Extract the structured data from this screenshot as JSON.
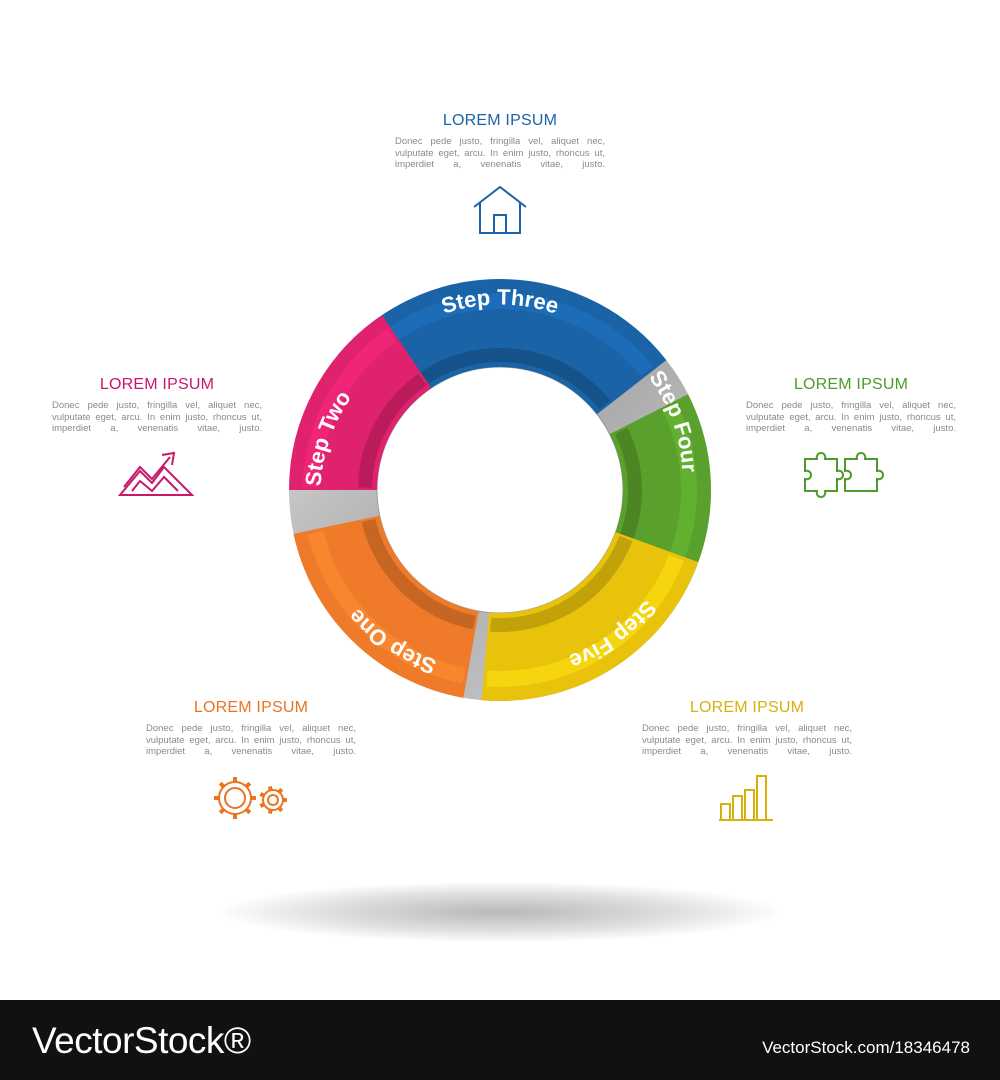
{
  "steps": {
    "one": {
      "label": "Step One",
      "color": "#ee7a2a"
    },
    "two": {
      "label": "Step Two",
      "color": "#e0226e"
    },
    "three": {
      "label": "Step Three",
      "color": "#1a63a6"
    },
    "four": {
      "label": "Step Four",
      "color": "#5aa02c"
    },
    "five": {
      "label": "Step Five",
      "color": "#e9c20c"
    }
  },
  "blocks": {
    "top": {
      "heading": "LOREM IPSUM",
      "body": "Donec pede justo, fringilla vel, aliquet nec, vulputate eget, arcu. In enim justo, rhoncus ut, imperdiet a, venenatis vitae, justo.",
      "color": "#1a63a6",
      "icon": "house-icon"
    },
    "left": {
      "heading": "LOREM IPSUM",
      "body": "Donec pede justo, fringilla vel, aliquet nec, vulputate eget, arcu. In enim justo, rhoncus ut, imperdiet a, venenatis vitae, justo.",
      "color": "#c8176a",
      "icon": "growth-chart-icon"
    },
    "right": {
      "heading": "LOREM IPSUM",
      "body": "Donec pede justo, fringilla vel, aliquet nec, vulputate eget, arcu. In enim justo, rhoncus ut, imperdiet a, venenatis vitae, justo.",
      "color": "#4f9a2c",
      "icon": "puzzle-icon"
    },
    "bleft": {
      "heading": "LOREM IPSUM",
      "body": "Donec pede justo, fringilla vel, aliquet nec, vulputate eget, arcu. In enim justo, rhoncus ut, imperdiet a, venenatis vitae, justo.",
      "color": "#ea7420",
      "icon": "gears-icon"
    },
    "bright": {
      "heading": "LOREM IPSUM",
      "body": "Donec pede justo, fringilla vel, aliquet nec, vulputate eget, arcu. In enim justo, rhoncus ut, imperdiet a, venenatis vitae, justo.",
      "color": "#d9b00a",
      "icon": "bar-chart-icon"
    }
  },
  "footer": {
    "brand": "VectorStock®",
    "url": "VectorStock.com/18346478"
  }
}
